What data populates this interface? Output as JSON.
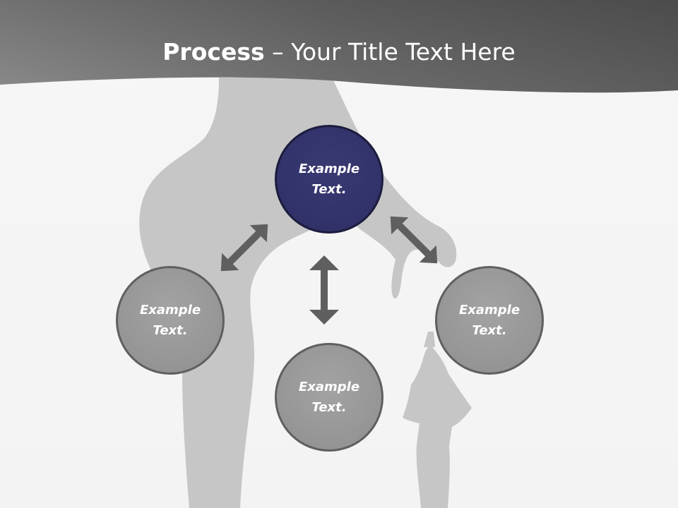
{
  "title": {
    "bold_part": "Process",
    "rest_part": " – Your Title Text Here"
  },
  "nodes": [
    {
      "id": "top",
      "label": "Example\nText."
    },
    {
      "id": "left",
      "label": "Example\nText."
    },
    {
      "id": "bottom",
      "label": "Example\nText."
    },
    {
      "id": "right",
      "label": "Example\nText."
    }
  ],
  "colors": {
    "header": "#6a6a6a",
    "active_node": "#32326a",
    "node": "#969696",
    "arrow": "#606060",
    "silhouette": "#c6c6c6"
  }
}
